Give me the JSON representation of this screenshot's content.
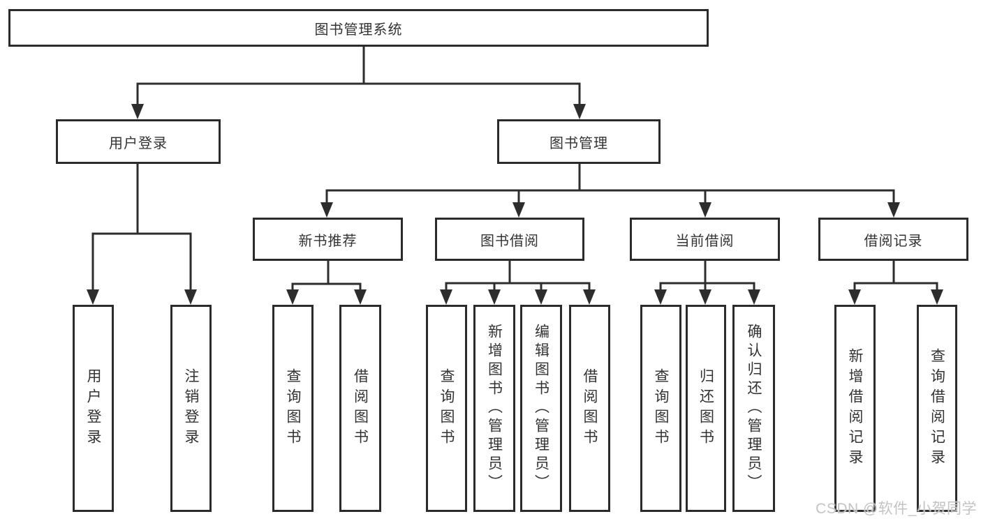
{
  "diagram": {
    "type": "hierarchy-tree",
    "root": {
      "label": "图书管理系统"
    },
    "level1": [
      {
        "label": "用户登录"
      },
      {
        "label": "图书管理"
      }
    ],
    "level2": [
      {
        "label": "新书推荐",
        "parent": "图书管理"
      },
      {
        "label": "图书借阅",
        "parent": "图书管理"
      },
      {
        "label": "当前借阅",
        "parent": "图书管理"
      },
      {
        "label": "借阅记录",
        "parent": "图书管理"
      }
    ],
    "leaves": [
      {
        "label": "用户登录",
        "parent": "用户登录"
      },
      {
        "label": "注销登录",
        "parent": "用户登录"
      },
      {
        "label": "查询图书",
        "parent": "新书推荐"
      },
      {
        "label": "借阅图书",
        "parent": "新书推荐"
      },
      {
        "label": "查询图书",
        "parent": "图书借阅"
      },
      {
        "label": "新增图书（管理员）",
        "parent": "图书借阅"
      },
      {
        "label": "编辑图书（管理员）",
        "parent": "图书借阅"
      },
      {
        "label": "借阅图书",
        "parent": "图书借阅"
      },
      {
        "label": "查询图书",
        "parent": "当前借阅"
      },
      {
        "label": "归还图书",
        "parent": "当前借阅"
      },
      {
        "label": "确认归还（管理员）",
        "parent": "当前借阅"
      },
      {
        "label": "新增借阅记录",
        "parent": "借阅记录"
      },
      {
        "label": "查询借阅记录",
        "parent": "借阅记录"
      }
    ],
    "watermark": "CSDN @软件_小贺同学",
    "colors": {
      "background": "#ffffff",
      "box_border": "#2b2b2b",
      "line": "#2d2d2d",
      "text": "#333333",
      "watermark": "#c3c3c3"
    }
  }
}
